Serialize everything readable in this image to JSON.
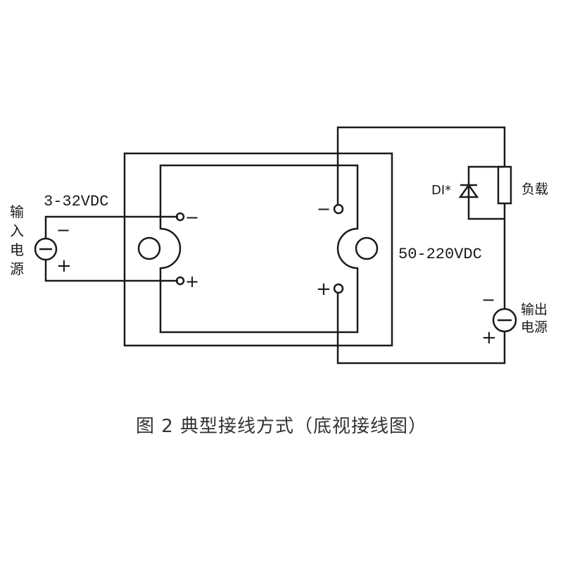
{
  "input_voltage": "3-32VDC",
  "input_source_chars": [
    "输",
    "入",
    "电",
    "源"
  ],
  "input_minus": "−",
  "input_plus": "+",
  "terminal_in_minus": "−",
  "terminal_in_plus": "+",
  "terminal_out_minus": "−",
  "terminal_out_plus": "+",
  "output_voltage": "50-220VDC",
  "diode_label": "DI*",
  "load_label": "负载",
  "output_source_line1": "输出",
  "output_source_line2": "电源",
  "output_minus": "−",
  "output_plus": "+",
  "caption": "图 2  典型接线方式（底视接线图）"
}
